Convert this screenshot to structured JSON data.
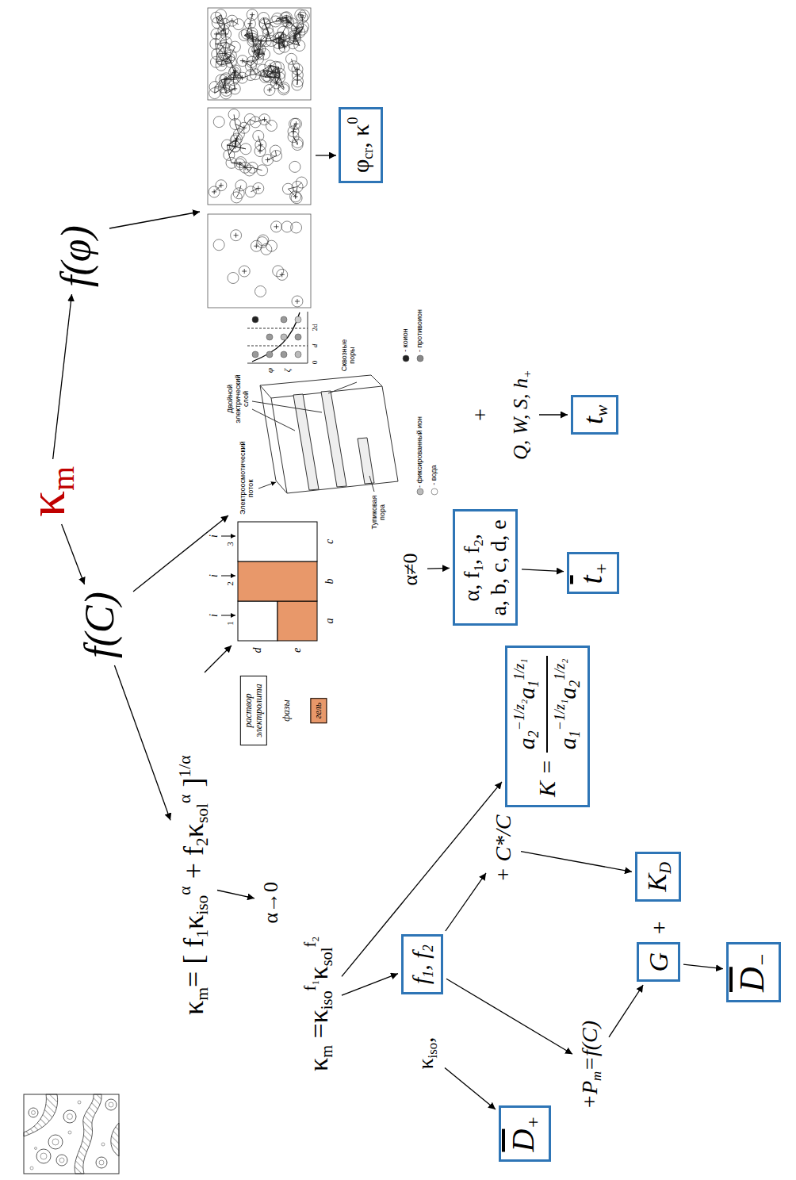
{
  "diagram": {
    "nodes": [
      {
        "text": [
          "κ",
          "m"
        ]
      },
      {
        "text": [
          "f(C)"
        ]
      },
      {
        "text": [
          "f(φ)"
        ]
      },
      {
        "text": [
          "κ",
          "m",
          "= [ f",
          "1",
          "κ",
          "iso",
          "α",
          " + f",
          "2",
          "κ",
          "sol",
          "α",
          " ]",
          "1/α"
        ]
      },
      {
        "text": [
          "α→0"
        ]
      },
      {
        "text": [
          "κ",
          "m",
          " =κ",
          "iso",
          "f₁",
          "κ",
          "sol",
          "f₂"
        ]
      },
      {
        "text": [
          "κ",
          "iso",
          ","
        ]
      },
      {
        "text": [
          "f",
          "1",
          ", f",
          "2"
        ]
      },
      {
        "text": [
          "D",
          "+"
        ]
      },
      {
        "text": [
          "+P",
          "m",
          "=f(C)"
        ]
      },
      {
        "text": [
          "+ C*/C"
        ]
      },
      {
        "text": [
          "G"
        ]
      },
      {
        "text": [
          "K",
          "D"
        ]
      },
      {
        "text": [
          "D",
          "−"
        ]
      },
      {
        "text": [
          "K =",
          "a",
          "2",
          "−1/z₂",
          "a",
          "1",
          "1/z₁",
          "a",
          "1",
          "−1/z₁",
          "a",
          "2",
          "1/z₂"
        ]
      },
      {
        "text": [
          "α≠0"
        ]
      },
      {
        "text": [
          "α, f",
          "1",
          ", f",
          "2",
          ",",
          "a, b, c, d, e"
        ]
      },
      {
        "text": [
          "t",
          "+"
        ]
      },
      {
        "text": [
          "φ",
          "cr",
          ", κ",
          "0"
        ]
      },
      {
        "text": [
          "Q, W, S, h",
          "+"
        ]
      },
      {
        "text": [
          "t",
          "w"
        ]
      }
    ],
    "edges": [
      {
        "from": 0,
        "to": 1,
        "arrow": "to"
      },
      {
        "from": 0,
        "to": 2,
        "arrow": "to"
      },
      {
        "from": 1,
        "to": 3,
        "arrow": "to"
      },
      {
        "from": 3,
        "to": 4,
        "arrow": "to"
      },
      {
        "from": 5,
        "to": 14,
        "arrow": "to"
      },
      {
        "from": 5,
        "to": 7,
        "arrow": "to"
      },
      {
        "from": 6,
        "to": 8,
        "arrow": "to"
      },
      {
        "from": 7,
        "to": 10,
        "arrow": "to"
      },
      {
        "from": 7,
        "to": 9,
        "arrow": "to"
      },
      {
        "from": 10,
        "to": 12,
        "arrow": "to"
      },
      {
        "from": 9,
        "to": 11,
        "arrow": "to"
      },
      {
        "from": 11,
        "to": 13,
        "arrow": "to"
      },
      {
        "from": 15,
        "to": 16,
        "arrow": "to"
      },
      {
        "from": 16,
        "to": 17,
        "arrow": "to"
      },
      {
        "from": 19,
        "to": 20,
        "arrow": "to"
      }
    ],
    "labels": [
      "+",
      "+",
      "1",
      "i",
      "2",
      "i",
      "3",
      "i",
      "a",
      "b",
      "c",
      "d",
      "e",
      "фазы",
      "Электроосмотический поток",
      "Двойной электрический слой",
      "Тупиковая пора",
      "Сквозные поры",
      "- фиксированный ион",
      "- вода",
      "- коион",
      "- противоион",
      "φ",
      "ζ",
      "0",
      "d",
      "2d"
    ],
    "legend": [
      {
        "text": "раствор электролита",
        "color": "#ffffff"
      },
      {
        "text": "гель",
        "color": "#e8986a"
      }
    ]
  }
}
